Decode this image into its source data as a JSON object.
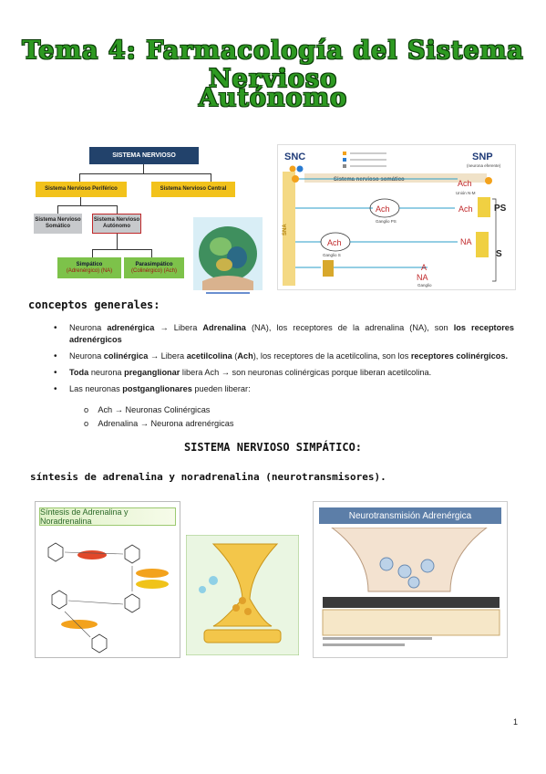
{
  "title": {
    "line1": "Tema 4: Farmacología del Sistema Nervioso",
    "line2": "Autónomo"
  },
  "hierarchy": {
    "root": "SISTEMA NERVIOSO",
    "peripheral": "Sistema Nervioso Periférico",
    "central": "Sistema Nervioso Central",
    "somatic": "Sistema Nervioso Somático",
    "autonomic": "Sistema Nervioso Autónomo",
    "sympathetic": "Simpático",
    "sympathetic_note": "(Adrenérgico) (NA)",
    "parasympathetic": "Parasimpático",
    "parasympathetic_note": "(Colinérgico) (Ach)"
  },
  "neuro_diagram": {
    "snc": "SNC",
    "snp": "SNP",
    "snp_sub": "(neurona eferente)",
    "somatic_label": "Sistema nervioso somático",
    "sna": "SNA",
    "ach": "Ach",
    "na": "NA",
    "a": "A",
    "ps": "PS",
    "s": "S",
    "ganglio_ps": "Ganglio PS",
    "ganglio_s": "Ganglio S",
    "union_nm": "Unión N-M",
    "ganglio": "Ganglio"
  },
  "section1": {
    "heading": "conceptos generales:",
    "b1_pre": "Neurona ",
    "b1_bold": "adrenérgica",
    "b1_mid": " → Libera ",
    "b1_bold2": "Adrenalina",
    "b1_post": " (NA), los receptores de la adrenalina (NA), son ",
    "b1_bold3": "los receptores adrenérgicos",
    "b2_pre": "Neurona ",
    "b2_bold": "colinérgica",
    "b2_mid": " → Libera ",
    "b2_bold2": "acetilcolina",
    "b2_mid2": " (",
    "b2_bold3": "Ach",
    "b2_post": "), los receptores de la acetilcolina, son los ",
    "b2_bold4": "receptores colinérgicos.",
    "b3_bold": "Toda",
    "b3_mid": " neurona ",
    "b3_bold2": "preganglionar",
    "b3_post": " libera Ach →  son neuronas colinérgicas porque liberan acetilcolina.",
    "b4_pre": "Las neuronas ",
    "b4_bold": "postganglionares",
    "b4_post": " pueden liberar:",
    "sub1": "Ach → Neuronas Colinérgicas",
    "sub2": "Adrenalina → Neurona adrenérgicas"
  },
  "section2": {
    "heading": "SISTEMA NERVIOSO SIMPÁTICO:",
    "subheading": "síntesis de adrenalina y noradrenalina (neurotransmisores)."
  },
  "figures": {
    "synthesis_title": "Síntesis de Adrenalina y Noradrenalina",
    "neuro_title": "Neurotransmisión Adrenérgica"
  },
  "page_number": "1",
  "colors": {
    "title_green": "#2e9a22",
    "dark_blue": "#22426b",
    "yellow": "#f2c21b",
    "green": "#7dc24a"
  }
}
